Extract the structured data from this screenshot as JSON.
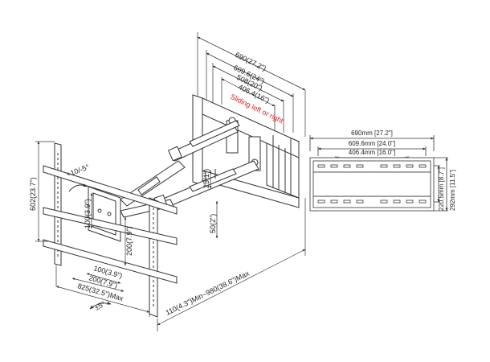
{
  "side_view": {
    "dims": {
      "d690": "690(27.2\")",
      "d609": "609.6(24\")",
      "d508": "508(20\")",
      "d406": "406.4(16\")",
      "sliding": "Sliding left or right",
      "d602": "602(23.7\")",
      "tilt": "+10/-5°",
      "d100v": "100(3.9\")",
      "d200v": "200(7.9\")",
      "d100h": "100(3.9\")",
      "d200h": "200(7.9\")",
      "d825": "825(32.5\")Max",
      "swivel": "±5°",
      "d25": "25(1\")",
      "d50": "50(2\")",
      "extension": "110(4.3\")Min~980(38.6\")Max"
    }
  },
  "front_view": {
    "dims": {
      "w690": "690mm [27.2\"]",
      "w609": "609.6mm [24.0\"]",
      "w406": "406.4mm [16.0\"]",
      "h220": "220.5mm [8.7\"]",
      "h292": "292mm [11.5\"]"
    }
  },
  "colors": {
    "line": "#333333",
    "accent": "#e02020"
  }
}
